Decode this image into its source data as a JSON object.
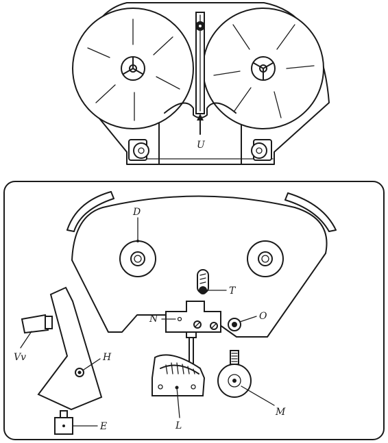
{
  "labels": {
    "U": "U",
    "D": "D",
    "T": "T",
    "N": "N",
    "O": "O",
    "Vv": "Vv",
    "H": "H",
    "L": "L",
    "M": "M",
    "E": "E"
  }
}
